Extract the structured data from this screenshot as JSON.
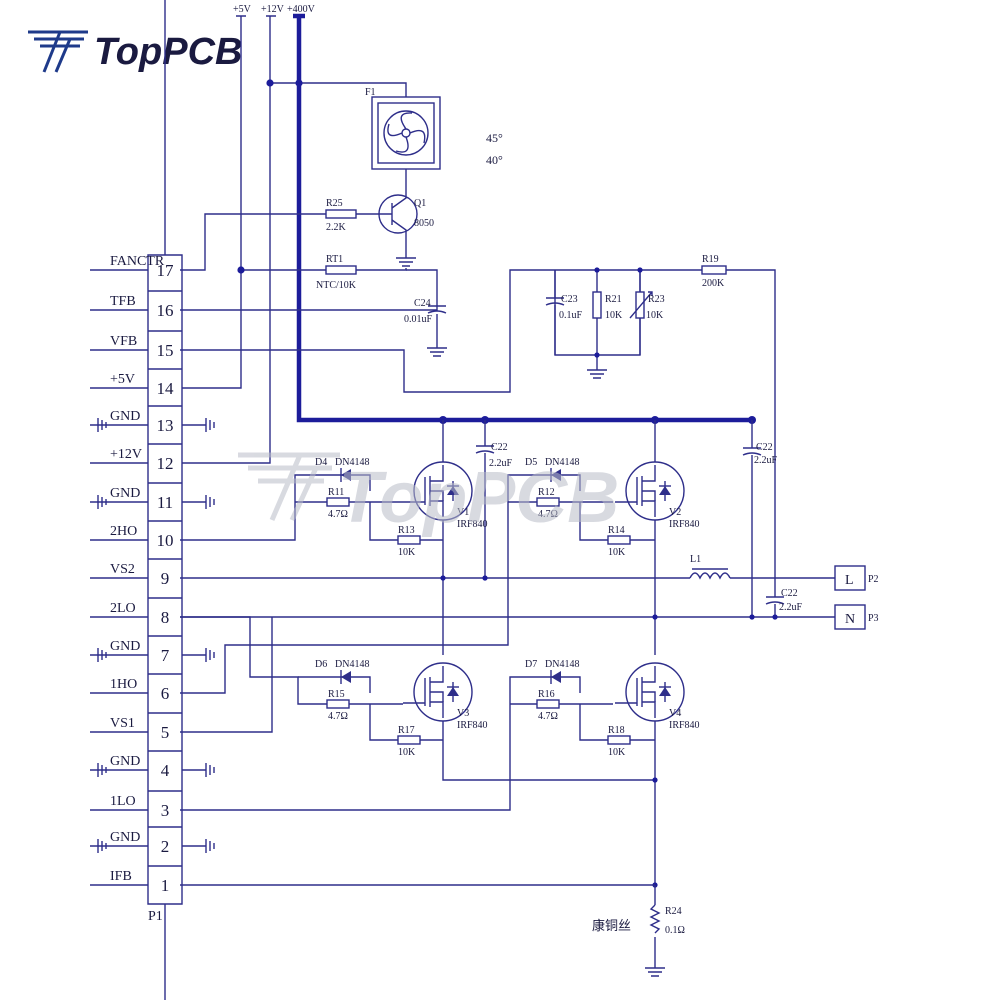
{
  "logo": {
    "text": "TopPCB",
    "color": "#111111",
    "accent": "#1e3a8a"
  },
  "watermark": {
    "text": "TopPCB",
    "color": "#b9bcc8"
  },
  "colors": {
    "wire": "#2e2e8a",
    "bus": "#1c1c9a",
    "text": "#1a1a40"
  },
  "supplies": [
    "+5V",
    "+12V",
    "+400V"
  ],
  "connector": {
    "name": "P1",
    "pins": [
      {
        "num": "17",
        "label": "FANCTR"
      },
      {
        "num": "16",
        "label": "TFB"
      },
      {
        "num": "15",
        "label": "VFB"
      },
      {
        "num": "14",
        "label": "+5V"
      },
      {
        "num": "13",
        "label": "GND"
      },
      {
        "num": "12",
        "label": "+12V"
      },
      {
        "num": "11",
        "label": "GND"
      },
      {
        "num": "10",
        "label": "2HO"
      },
      {
        "num": "9",
        "label": "VS2"
      },
      {
        "num": "8",
        "label": "2LO"
      },
      {
        "num": "7",
        "label": "GND"
      },
      {
        "num": "6",
        "label": "1HO"
      },
      {
        "num": "5",
        "label": "VS1"
      },
      {
        "num": "4",
        "label": "GND"
      },
      {
        "num": "3",
        "label": "1LO"
      },
      {
        "num": "2",
        "label": "GND"
      },
      {
        "num": "1",
        "label": "IFB"
      }
    ]
  },
  "fan": {
    "ref": "F1",
    "angles": [
      "45°",
      "40°"
    ]
  },
  "transistor": {
    "ref": "Q1",
    "value": "8050"
  },
  "components": {
    "R25": {
      "ref": "R25",
      "value": "2.2K"
    },
    "RT1": {
      "ref": "RT1",
      "value": "NTC/10K"
    },
    "C24": {
      "ref": "C24",
      "value": "0.01uF"
    },
    "C23": {
      "ref": "C23",
      "value": "0.1uF"
    },
    "R21": {
      "ref": "R21",
      "value": "10K"
    },
    "R23": {
      "ref": "R23",
      "value": "10K"
    },
    "R19": {
      "ref": "R19",
      "value": "200K"
    },
    "C22a": {
      "ref": "C22",
      "value": "2.2uF"
    },
    "C22b": {
      "ref": "C22",
      "value": "2.2uF"
    },
    "C22c": {
      "ref": "C22",
      "value": "2.2uF"
    },
    "L1": {
      "ref": "L1"
    },
    "R24": {
      "ref": "R24",
      "value": "0.1Ω",
      "note": "康铜丝"
    }
  },
  "mosfets": [
    {
      "ref": "V1",
      "value": "IRF840"
    },
    {
      "ref": "V2",
      "value": "IRF840"
    },
    {
      "ref": "V3",
      "value": "IRF840"
    },
    {
      "ref": "V4",
      "value": "IRF840"
    }
  ],
  "diodes": [
    {
      "ref": "D4",
      "value": "DN4148"
    },
    {
      "ref": "D5",
      "value": "DN4148"
    },
    {
      "ref": "D6",
      "value": "DN4148"
    },
    {
      "ref": "D7",
      "value": "DN4148"
    }
  ],
  "gate_resistors": [
    {
      "ref": "R11",
      "value": "4.7Ω"
    },
    {
      "ref": "R12",
      "value": "4.7Ω"
    },
    {
      "ref": "R15",
      "value": "4.7Ω"
    },
    {
      "ref": "R16",
      "value": "4.7Ω"
    }
  ],
  "pulldown_resistors": [
    {
      "ref": "R13",
      "value": "10K"
    },
    {
      "ref": "R14",
      "value": "10K"
    },
    {
      "ref": "R17",
      "value": "10K"
    },
    {
      "ref": "R18",
      "value": "10K"
    }
  ],
  "outputs": [
    {
      "letter": "L",
      "ref": "P2"
    },
    {
      "letter": "N",
      "ref": "P3"
    }
  ]
}
